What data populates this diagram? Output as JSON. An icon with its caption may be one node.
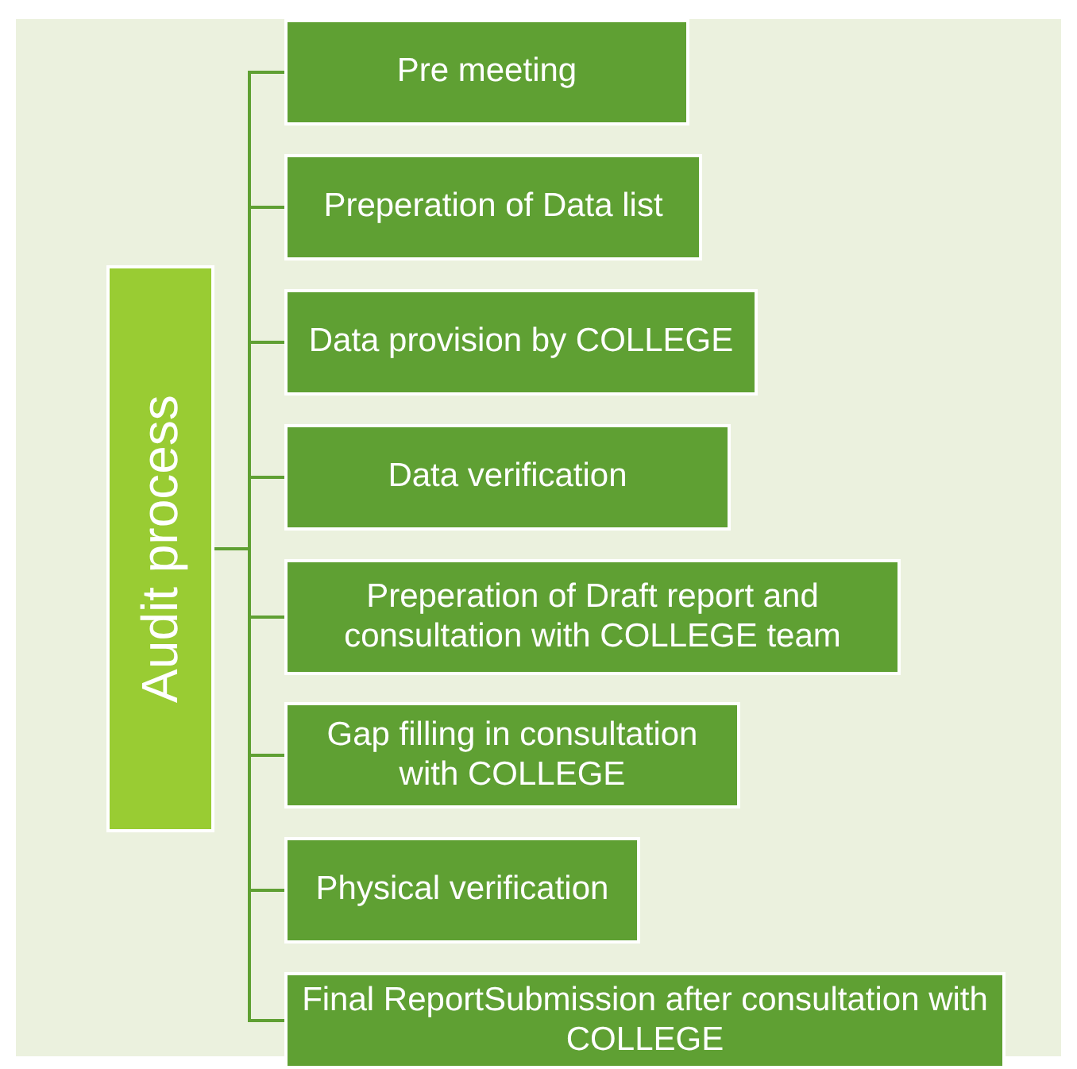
{
  "diagram": {
    "nodes": [
      {
        "text": [
          "Audit process"
        ]
      },
      {
        "text": [
          "Pre meeting"
        ]
      },
      {
        "text": [
          "Preperation of Data list"
        ]
      },
      {
        "text": [
          "Data provision by COLLEGE"
        ]
      },
      {
        "text": [
          "Data verification"
        ]
      },
      {
        "text": [
          "Preperation of Draft report and consultation with COLLEGE team"
        ]
      },
      {
        "text": [
          "Gap filling in consultation with COLLEGE"
        ]
      },
      {
        "text": [
          "Physical verification"
        ]
      },
      {
        "text": [
          "Final ReportSubmission after consultation with COLLEGE"
        ]
      }
    ],
    "edges": [
      {
        "from": 0,
        "to": 1,
        "arrow": "none"
      },
      {
        "from": 0,
        "to": 2,
        "arrow": "none"
      },
      {
        "from": 0,
        "to": 3,
        "arrow": "none"
      },
      {
        "from": 0,
        "to": 4,
        "arrow": "none"
      },
      {
        "from": 0,
        "to": 5,
        "arrow": "none"
      },
      {
        "from": 0,
        "to": 6,
        "arrow": "none"
      },
      {
        "from": 0,
        "to": 7,
        "arrow": "none"
      },
      {
        "from": 0,
        "to": 8,
        "arrow": "none"
      }
    ]
  }
}
